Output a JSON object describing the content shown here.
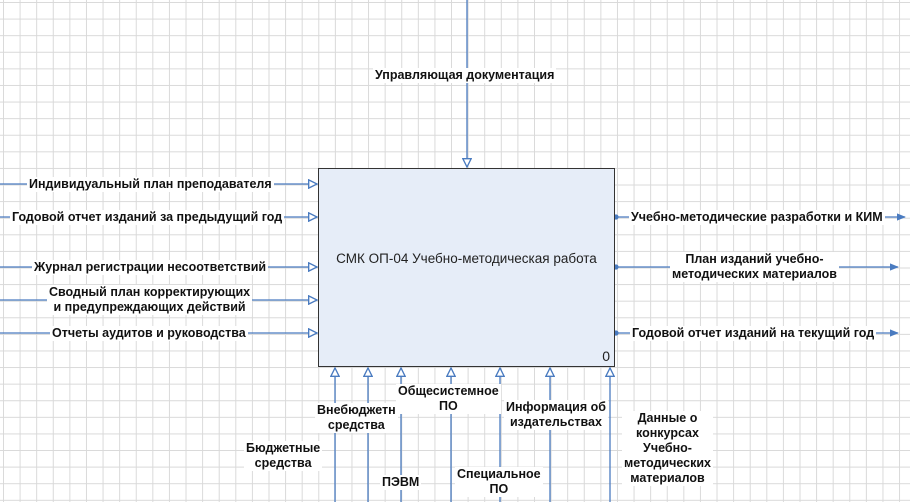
{
  "activity": {
    "title": "СМК ОП-04 Учебно-методическая работа",
    "number": "0",
    "fill_color": "#e6edf8",
    "border_color": "#333333"
  },
  "arrow_color": "#4a7bc0",
  "controls": [
    {
      "label": "Управляющая документация"
    }
  ],
  "inputs": [
    {
      "label": "Индивидуальный план преподавателя"
    },
    {
      "label": "Годовой отчет изданий за предыдущий год"
    },
    {
      "label": "Журнал регистрации несоответствий"
    },
    {
      "label_line1": "Сводный план корректирующих",
      "label_line2": "и предупреждающих действий"
    },
    {
      "label": "Отчеты аудитов и руководства"
    }
  ],
  "outputs": [
    {
      "label": "Учебно-методические разработки и КИМ"
    },
    {
      "label_line1": "План изданий учебно-",
      "label_line2": "методических материалов"
    },
    {
      "label": "Годовой отчет изданий на текущий год"
    }
  ],
  "mechanisms": [
    {
      "label_line1": "Бюджетные",
      "label_line2": "средства"
    },
    {
      "label_line1": "Внебюджетн",
      "label_line2": "средства"
    },
    {
      "label": "ПЭВМ"
    },
    {
      "label_line1": "Общесистемное",
      "label_line2": "ПО"
    },
    {
      "label_line1": "Специальное",
      "label_line2": "ПО"
    },
    {
      "label_line1": "Информация об",
      "label_line2": "издательствах"
    },
    {
      "label_line1": "Данные о",
      "label_line2": "конкурсах",
      "label_line3": "Учебно-",
      "label_line4": "методических",
      "label_line5": "материалов"
    }
  ]
}
